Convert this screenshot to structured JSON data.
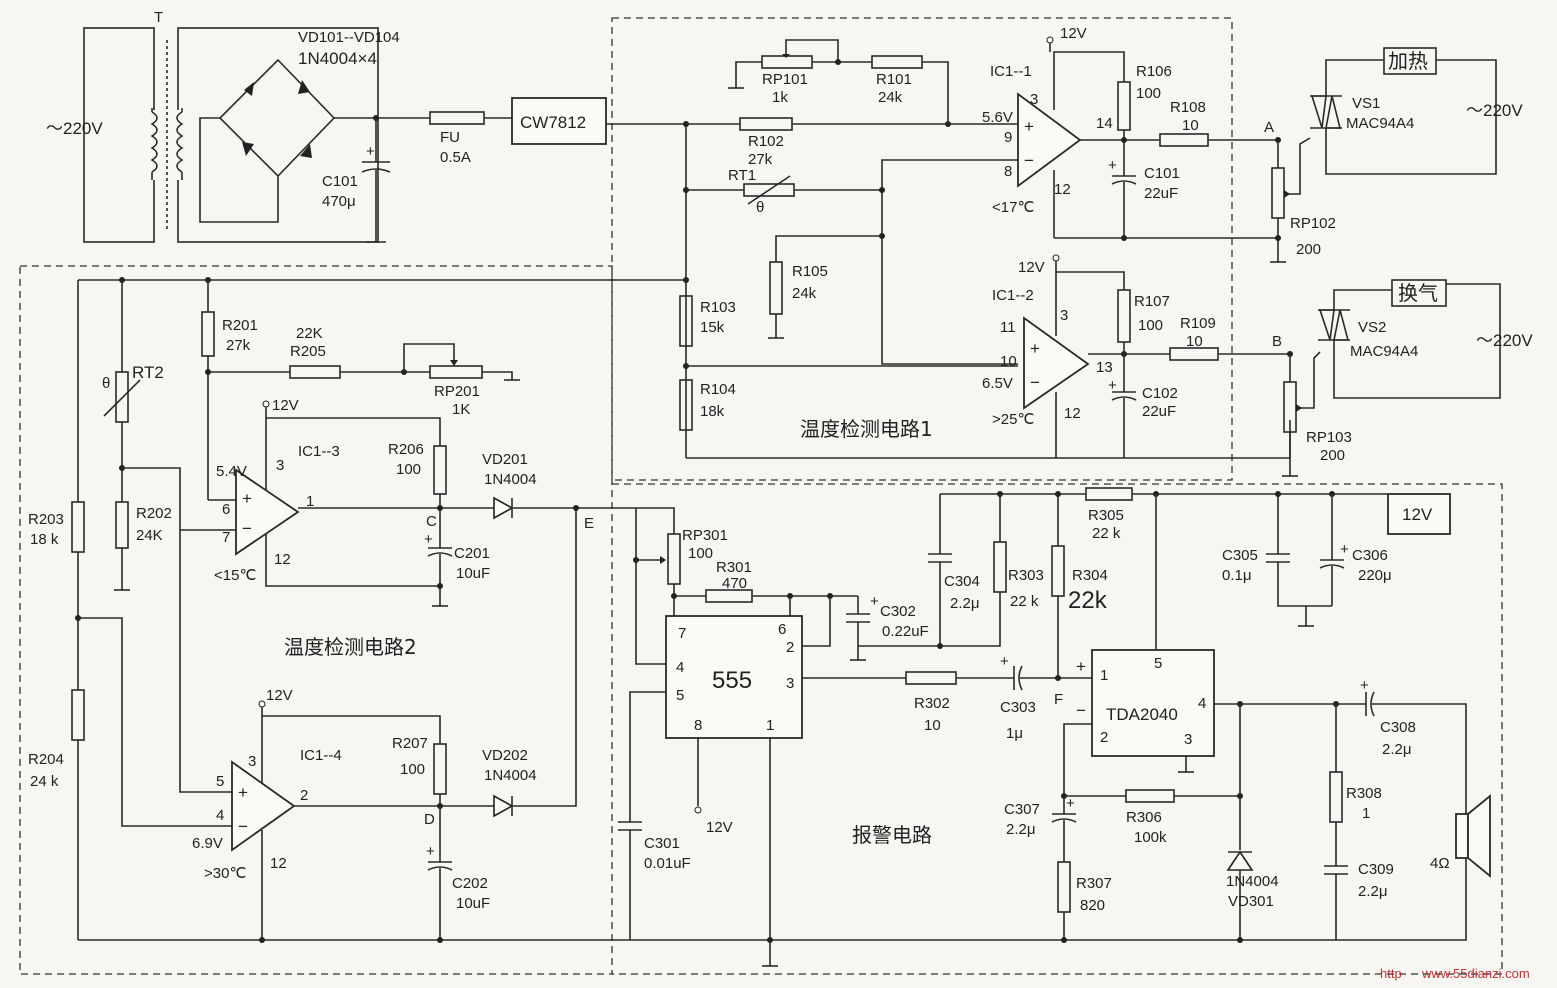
{
  "power": {
    "transformer": "T",
    "ac_in": "～220V",
    "bridge_name": "VD101--VD104",
    "bridge_part": "1N4004×4",
    "c101_name": "C101",
    "c101_val": "470μ",
    "fuse_name": "FU",
    "fuse_val": "0.5A",
    "regulator": "CW7812"
  },
  "circuit1": {
    "title": "温度检测电路1",
    "rp101": "RP101",
    "rp101_val": "1k",
    "r101": "R101",
    "r101_val": "24k",
    "r102": "R102",
    "r102_val": "27k",
    "rt1": "RT1",
    "theta": "θ",
    "r103": "R103",
    "r103_val": "15k",
    "r104": "R104",
    "r104_val": "18k",
    "r105": "R105",
    "r105_val": "24k",
    "ic1_1": "IC1--1",
    "ic1_2": "IC1--2",
    "v12a": "12V",
    "v12b": "12V",
    "v56": "5.6V",
    "v65": "6.5V",
    "lt17": "<17℃",
    "gt25": ">25℃",
    "pin3a": "3",
    "pin9": "9",
    "pin8": "8",
    "pin14": "14",
    "pin12a": "12",
    "pin3b": "3",
    "pin11": "11",
    "pin10": "10",
    "pin13": "13",
    "pin12b": "12",
    "r106": "R106",
    "r106_val": "100",
    "r107": "R107",
    "r107_val": "100",
    "r108": "R108",
    "r108_val": "10",
    "r109": "R109",
    "r109_val": "10",
    "c101": "C101",
    "c101_val": "22uF",
    "c102": "C102",
    "c102_val": "22uF",
    "node_a": "A",
    "node_b": "B",
    "rp102": "RP102",
    "rp102_val": "200",
    "rp103": "RP103",
    "rp103_val": "200",
    "vs1": "VS1",
    "vs1_part": "MAC94A4",
    "vs2": "VS2",
    "vs2_part": "MAC94A4",
    "heat": "加热",
    "vent": "换气",
    "ac1": "～220V",
    "ac2": "～220V"
  },
  "circuit2": {
    "title": "温度检测电路2",
    "rt2": "RT2",
    "theta": "θ",
    "r201": "R201",
    "r201_val": "27k",
    "r202": "R202",
    "r202_val": "24K",
    "r203": "R203",
    "r203_val": "18 k",
    "r204": "R204",
    "r204_val": "24 k",
    "r205": "R205",
    "r205_val": "22K",
    "rp201": "RP201",
    "rp201_val": "1K",
    "ic1_3": "IC1--3",
    "ic1_4": "IC1--4",
    "v12a": "12V",
    "v12b": "12V",
    "v54": "5.4V",
    "v69": "6.9V",
    "lt15": "<15℃",
    "gt30": ">30℃",
    "pin3a": "3",
    "pin6": "6",
    "pin7": "7",
    "pin1": "1",
    "pin12a": "12",
    "pin3b": "3",
    "pin5": "5",
    "pin4": "4",
    "pin2": "2",
    "pin12b": "12",
    "r206": "R206",
    "r206_val": "100",
    "r207": "R207",
    "r207_val": "100",
    "vd201": "VD201",
    "vd201_part": "1N4004",
    "vd202": "VD202",
    "vd202_part": "1N4004",
    "c201": "C201",
    "c201_val": "10uF",
    "c202": "C202",
    "c202_val": "10uF",
    "node_c": "C",
    "node_d": "D",
    "node_e": "E"
  },
  "alarm": {
    "title": "报警电路",
    "rp301": "RP301",
    "rp301_val": "100",
    "r301": "R301",
    "r301_val": "470",
    "r302": "R302",
    "r302_val": "10",
    "r303": "R303",
    "r303_val": "22 k",
    "r304": "R304",
    "r304_val": "22k",
    "r305": "R305",
    "r305_val": "22 k",
    "r306": "R306",
    "r306_val": "100k",
    "r307": "R307",
    "r307_val": "820",
    "r308": "R308",
    "r308_val": "1",
    "c301": "C301",
    "c301_val": "0.01uF",
    "c302": "C302",
    "c302_val": "0.22uF",
    "c303": "C303",
    "c303_val": "1μ",
    "c304": "C304",
    "c304_val": "2.2μ",
    "c305": "C305",
    "c305_val": "0.1μ",
    "c306": "C306",
    "c306_val": "220μ",
    "c307": "C307",
    "c307_val": "2.2μ",
    "c308": "C308",
    "c308_val": "2.2μ",
    "c309": "C309",
    "c309_val": "2.2μ",
    "ic555": "555",
    "p7": "7",
    "p6": "6",
    "p2": "2",
    "p4": "4",
    "p5": "5",
    "p3": "3",
    "p8": "8",
    "p1": "1",
    "tda": "TDA2040",
    "t1": "1",
    "t2": "2",
    "t3": "3",
    "t4": "4",
    "t5": "5",
    "vd301": "VD301",
    "vd301_part": "1N4004",
    "v12": "12V",
    "v12box": "12V",
    "node_f": "F",
    "spk": "4Ω",
    "plus": "+",
    "minus": "−"
  },
  "watermark": {
    "left": "http",
    "right": "www.55dianzi.com"
  }
}
